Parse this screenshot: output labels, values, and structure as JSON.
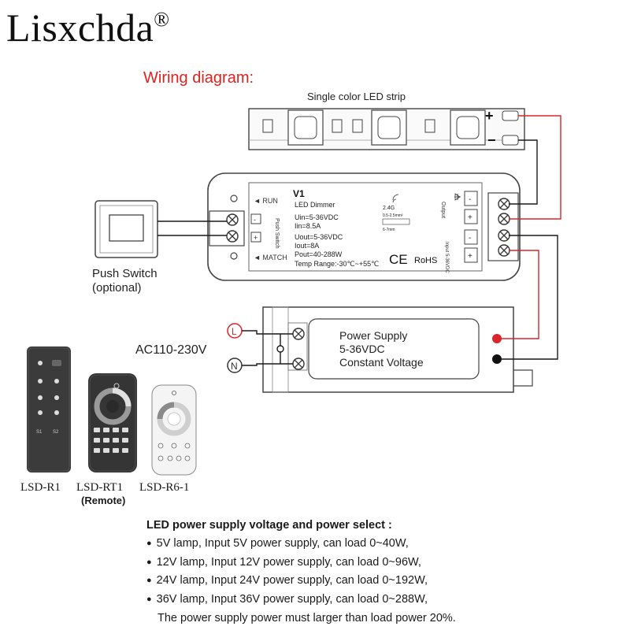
{
  "brand": {
    "name": "Lisxchda",
    "mark": "®"
  },
  "diagram_title": "Wiring diagram:",
  "led_strip": {
    "label": "Single color LED strip",
    "plus": "+",
    "minus": "−"
  },
  "dimmer": {
    "model": "V1",
    "name": "LED Dimmer",
    "run_label": "RUN",
    "match_label": "MATCH",
    "push_switch_label": "Push Switch",
    "specs": [
      "Uin=5-36VDC",
      "Iin=8.5A",
      "Uout=5-36VDC",
      "Iout=8A",
      "Pout=40-288W"
    ],
    "temp_range": "Temp Range:-30℃~+55℃",
    "freq": "2.4G",
    "wire_spec": "0.5-2.5mm²",
    "strip_spec": "6-7mm",
    "output_label": "Output",
    "input_label": "Input 5-36VDC",
    "cert_ce": "CE",
    "cert_rohs": "RoHS",
    "term_signs": [
      "-",
      "+",
      "-",
      "+"
    ]
  },
  "push_switch": {
    "line1": "Push Switch",
    "line2": "(optional)",
    "term_signs": [
      "-",
      "+"
    ]
  },
  "power_supply": {
    "lines": [
      "Power Supply",
      "5-36VDC",
      "Constant Voltage"
    ],
    "ac_label": "AC110-230V",
    "live": "L",
    "neutral": "N"
  },
  "remotes": [
    {
      "label": "LSD-R1",
      "sub": ""
    },
    {
      "label": "LSD-RT1",
      "sub": "(Remote)"
    },
    {
      "label": "LSD-R6-1",
      "sub": ""
    }
  ],
  "remote_buttons": {
    "r1": [
      "S1",
      "S2"
    ]
  },
  "notes": {
    "heading": "LED power supply voltage and power select :",
    "items": [
      "5V lamp, Input 5V power supply, can load 0~40W,",
      "12V lamp, Input 12V power supply, can load 0~96W,",
      "24V lamp, Input 24V power supply, can load 0~192W,",
      "36V lamp, Input 36V power supply, can load 0~288W,"
    ],
    "footer": "The power supply power must larger than load power 20%."
  },
  "colors": {
    "wire_red": "#d8262a",
    "wire_black": "#1a1a1a",
    "remote_dark": "#3b3b3b",
    "remote_white": "#f4f4f4"
  }
}
